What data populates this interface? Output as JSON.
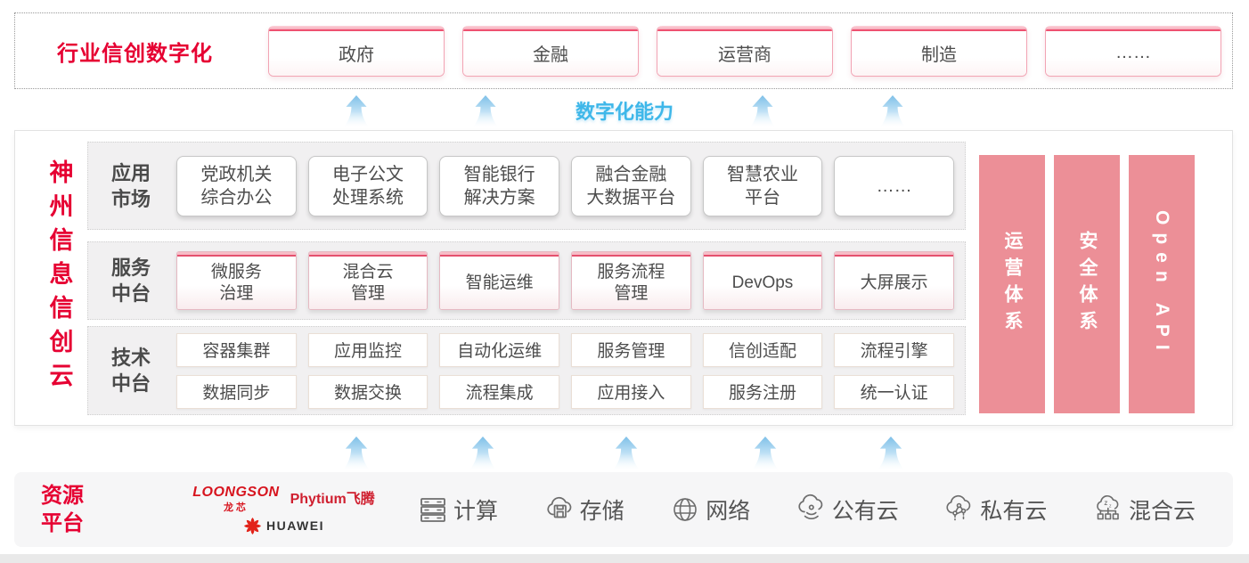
{
  "colors": {
    "accent_red": "#e60032",
    "capability_blue": "#3eb7e9",
    "pillar_pink": "#ec8f97"
  },
  "top": {
    "label": "行业信创数字化",
    "industries": [
      "政府",
      "金融",
      "运营商",
      "制造",
      "……"
    ]
  },
  "capability": {
    "label": "数字化能力"
  },
  "platform": {
    "title": "神州信息信创云",
    "app_row": {
      "label": "应用\n市场",
      "items": [
        "党政机关\n综合办公",
        "电子公文\n处理系统",
        "智能银行\n解决方案",
        "融合金融\n大数据平台",
        "智慧农业\n平台",
        "……"
      ]
    },
    "service_row": {
      "label": "服务\n中台",
      "items": [
        "微服务\n治理",
        "混合云\n管理",
        "智能运维",
        "服务流程\n管理",
        "DevOps",
        "大屏展示"
      ]
    },
    "tech_row": {
      "label": "技术\n中台",
      "row1": [
        "容器集群",
        "应用监控",
        "自动化运维",
        "服务管理",
        "信创适配",
        "流程引擎"
      ],
      "row2": [
        "数据同步",
        "数据交换",
        "流程集成",
        "应用接入",
        "服务注册",
        "统一认证"
      ]
    },
    "pillars": [
      "运营体系",
      "安全体系",
      "Open API"
    ]
  },
  "resources": {
    "label": "资源\n平台",
    "vendors": {
      "loongson": "LOONGSON",
      "loongson_cn": "龙芯",
      "phytium": "Phytium飞腾",
      "huawei": "HUAWEI"
    },
    "items": [
      {
        "icon": "compute-icon",
        "label": "计算"
      },
      {
        "icon": "storage-icon",
        "label": "存储"
      },
      {
        "icon": "network-icon",
        "label": "网络"
      },
      {
        "icon": "public-cloud-icon",
        "label": "公有云"
      },
      {
        "icon": "private-cloud-icon",
        "label": "私有云"
      },
      {
        "icon": "hybrid-cloud-icon",
        "label": "混合云"
      }
    ]
  }
}
